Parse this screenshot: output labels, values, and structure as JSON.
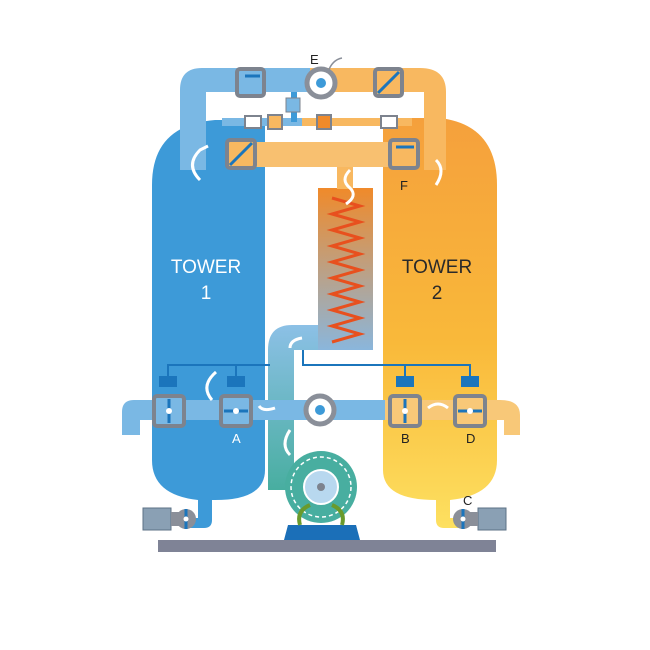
{
  "towers": [
    {
      "name": "TOWER",
      "number": "1"
    },
    {
      "name": "TOWER",
      "number": "2"
    }
  ],
  "valve_labels": {
    "a": "A",
    "b": "B",
    "c": "C",
    "d": "D",
    "e": "E",
    "f": "F"
  },
  "colors": {
    "tower1": "#3d9ad8",
    "tower2_top": "#f5a03c",
    "tower2_bottom": "#fcd646",
    "pipe_blue": "#7ab8e4",
    "pipe_orange": "#f8b860",
    "heater": "#f08a2a",
    "blower": "#48aea0",
    "base": "#7f8396",
    "valve_frame": "#8a8f99",
    "control_line": "#1b75bc"
  }
}
